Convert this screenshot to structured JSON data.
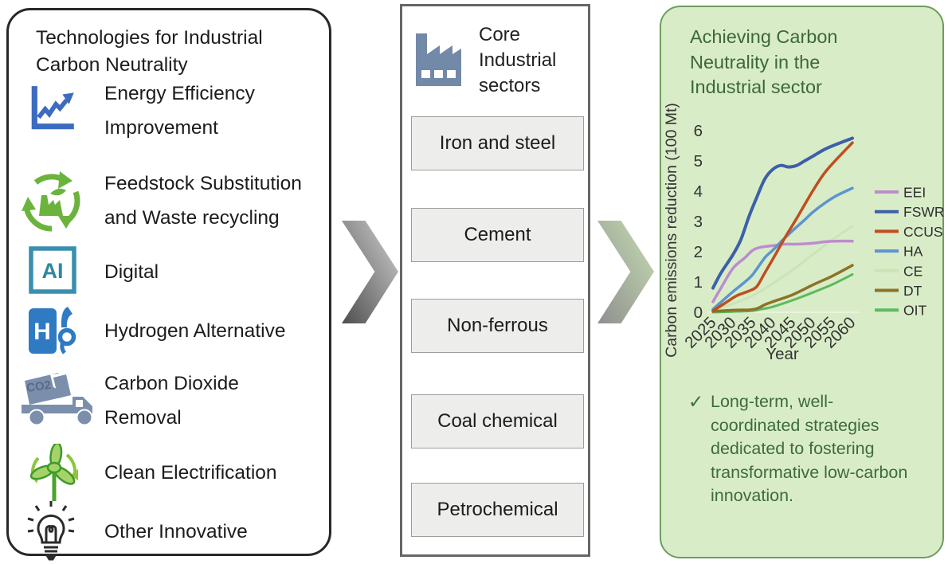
{
  "left_panel": {
    "title_lines": [
      "Technologies for Industrial",
      "Carbon Neutrality"
    ],
    "items": [
      {
        "icon": "line-chart-icon",
        "label": "Energy Efficiency Improvement",
        "lines": [
          "Energy Efficiency",
          "Improvement"
        ],
        "icon_color": "#3c6cc1"
      },
      {
        "icon": "recycle-factory-icon",
        "label": "Feedstock Substitution and Waste recycling",
        "lines": [
          "Feedstock Substitution",
          "and Waste recycling"
        ],
        "icon_color": "#6cb33e"
      },
      {
        "icon": "ai-icon",
        "label": "Digital",
        "lines": [
          "Digital"
        ],
        "icon_text": "AI",
        "icon_color": "#3a8fae"
      },
      {
        "icon": "hydrogen-pump-icon",
        "label": "Hydrogen Alternative",
        "lines": [
          "Hydrogen Alternative"
        ],
        "icon_text": "H",
        "icon_color": "#2f7ac2"
      },
      {
        "icon": "co2-truck-icon",
        "label": "Carbon Dioxide Removal",
        "lines": [
          "Carbon Dioxide",
          "Removal"
        ],
        "icon_text": "CO2",
        "icon_color": "#7b8fad"
      },
      {
        "icon": "wind-turbine-icon",
        "label": "Clean Electrification",
        "lines": [
          "Clean Electrification"
        ],
        "icon_color": "#5cb832"
      },
      {
        "icon": "light-bulb-icon",
        "label": "Other Innovative",
        "lines": [
          "Other Innovative"
        ],
        "icon_color": "#2b2b2b"
      }
    ]
  },
  "middle_panel": {
    "header_lines": [
      "Core",
      "Industrial",
      "sectors"
    ],
    "sectors": [
      "Iron and steel",
      "Cement",
      "Non-ferrous",
      "Coal chemical",
      "Petrochemical"
    ]
  },
  "right_panel": {
    "title_lines": [
      "Achieving Carbon",
      "Neutrality in the",
      "Industrial sector"
    ],
    "check_mark": "✓",
    "bullet_text": "Long-term, well-coordinated strategies dedicated to fostering transformative low-carbon innovation.",
    "colors": {
      "background": "#d9ecc8",
      "border": "#6f9c5f",
      "text": "#3e6b3e"
    }
  },
  "chart_data": {
    "type": "line",
    "title": "",
    "xlabel": "Year",
    "ylabel": "Carbon emissions reduction (100 Mt)",
    "xticks": [
      2025,
      2030,
      2035,
      2040,
      2045,
      2050,
      2055,
      2060
    ],
    "yticks": [
      0,
      1,
      2,
      3,
      4,
      5,
      6
    ],
    "xlim": [
      2025,
      2060
    ],
    "ylim": [
      0,
      6
    ],
    "grid": false,
    "legend_position": "right",
    "series": [
      {
        "name": "EEI",
        "color": "#bd8cce",
        "x": [
          2025,
          2027,
          2030,
          2033,
          2035,
          2037,
          2040,
          2043,
          2046,
          2050,
          2053,
          2056,
          2060
        ],
        "y": [
          0.35,
          0.8,
          1.45,
          1.8,
          2.05,
          2.15,
          2.2,
          2.25,
          2.25,
          2.28,
          2.33,
          2.35,
          2.35
        ]
      },
      {
        "name": "FSWR",
        "color": "#3c60a8",
        "x": [
          2025,
          2027,
          2030,
          2032,
          2034,
          2036,
          2038,
          2040,
          2042,
          2044,
          2046,
          2048,
          2050,
          2053,
          2056,
          2060
        ],
        "y": [
          0.8,
          1.3,
          1.9,
          2.4,
          3.15,
          3.8,
          4.4,
          4.72,
          4.85,
          4.8,
          4.85,
          5.0,
          5.15,
          5.38,
          5.55,
          5.75
        ]
      },
      {
        "name": "CCUS",
        "color": "#bf4e1f",
        "x": [
          2025,
          2028,
          2031,
          2034,
          2036,
          2038,
          2040,
          2043,
          2046,
          2050,
          2053,
          2056,
          2060
        ],
        "y": [
          0.05,
          0.3,
          0.55,
          0.7,
          0.85,
          1.3,
          1.75,
          2.45,
          3.1,
          4.0,
          4.6,
          5.05,
          5.6
        ]
      },
      {
        "name": "HA",
        "color": "#5e95cf",
        "x": [
          2025,
          2028,
          2030,
          2033,
          2035,
          2038,
          2040,
          2043,
          2045,
          2048,
          2050,
          2053,
          2056,
          2060
        ],
        "y": [
          0.1,
          0.45,
          0.68,
          1.0,
          1.25,
          1.8,
          2.05,
          2.45,
          2.7,
          3.05,
          3.3,
          3.6,
          3.85,
          4.1
        ]
      },
      {
        "name": "CE",
        "color": "#c9e5b6",
        "x": [
          2025,
          2030,
          2035,
          2040,
          2045,
          2050,
          2055,
          2060
        ],
        "y": [
          0.05,
          0.28,
          0.55,
          0.95,
          1.4,
          1.9,
          2.4,
          2.85
        ]
      },
      {
        "name": "DT",
        "color": "#8b7327",
        "x": [
          2025,
          2030,
          2034,
          2036,
          2038,
          2040,
          2045,
          2050,
          2055,
          2060
        ],
        "y": [
          0.03,
          0.07,
          0.08,
          0.12,
          0.25,
          0.35,
          0.58,
          0.9,
          1.2,
          1.55
        ]
      },
      {
        "name": "OIT",
        "color": "#5dba5d",
        "x": [
          2025,
          2030,
          2035,
          2037,
          2040,
          2045,
          2050,
          2055,
          2060
        ],
        "y": [
          0.0,
          0.02,
          0.05,
          0.1,
          0.18,
          0.4,
          0.65,
          0.92,
          1.25
        ]
      }
    ]
  }
}
